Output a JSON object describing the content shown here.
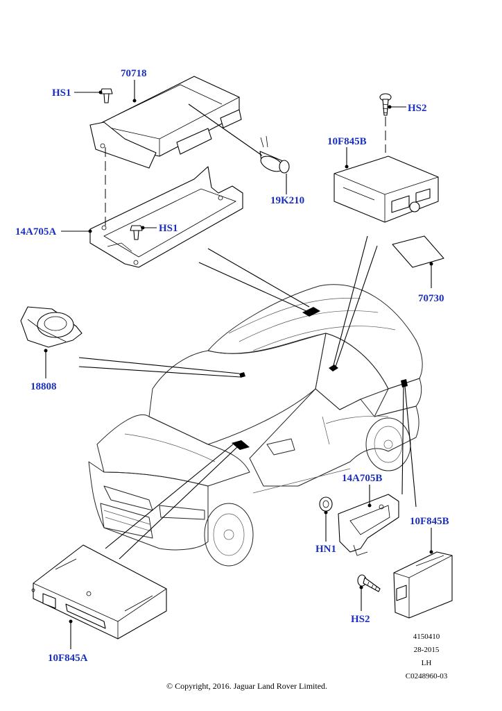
{
  "labels": {
    "p70718": "70718",
    "hs1_top": "HS1",
    "hs1_mid": "HS1",
    "p19K210": "19K210",
    "p14A705A": "14A705A",
    "hs2_top": "HS2",
    "p10F845B_top": "10F845B",
    "p70730": "70730",
    "p18808": "18808",
    "p14A705B": "14A705B",
    "p10F845B_bot": "10F845B",
    "hn1": "HN1",
    "hs2_bot": "HS2",
    "p10F845A": "10F845A"
  },
  "meta": {
    "line1": "4150410",
    "line2": "28-2015",
    "line3": "LH",
    "line4": "C0248960-03"
  },
  "copyright": "© Copyright, 2016. Jaguar Land Rover Limited.",
  "colors": {
    "label": "#1a2fbf",
    "line": "#000000"
  }
}
